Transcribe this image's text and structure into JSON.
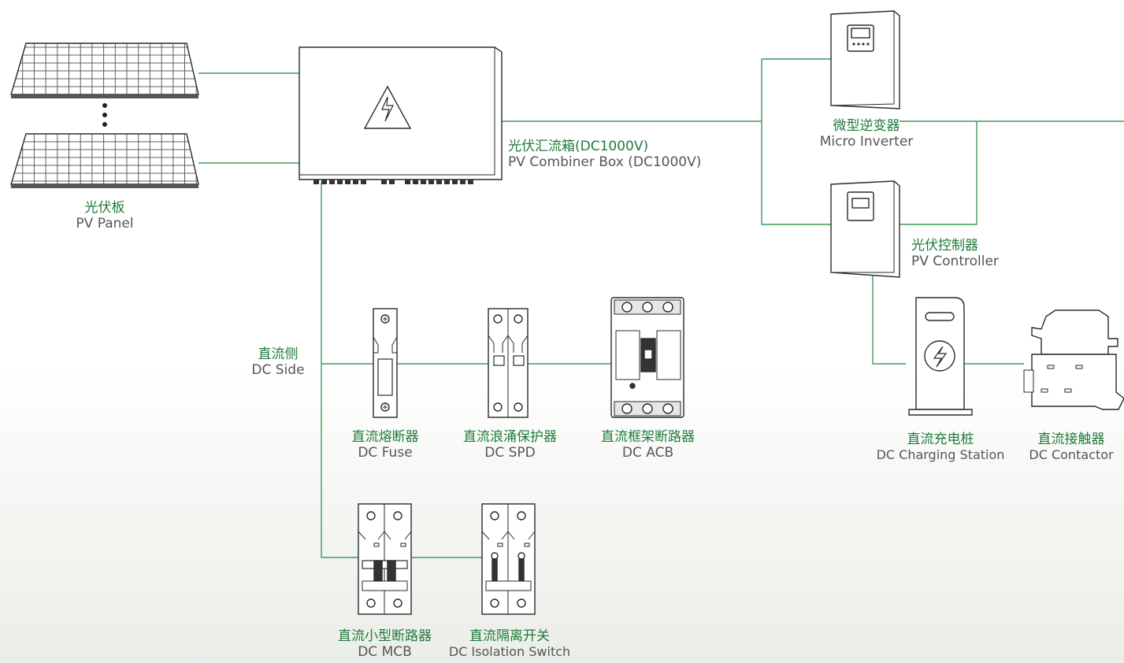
{
  "colors": {
    "line": "#3f9b5a",
    "label_zh": "#1f7a3a",
    "label_en": "#555555",
    "device_stroke": "#2a2a2a"
  },
  "labels": {
    "pv_panel": {
      "zh": "光伏板",
      "en": "PV Panel"
    },
    "combiner_box": {
      "zh": "光伏汇流箱(DC1000V)",
      "en": "PV Combiner Box (DC1000V)"
    },
    "micro_inverter": {
      "zh": "微型逆变器",
      "en": "Micro Inverter"
    },
    "pv_controller": {
      "zh": "光伏控制器",
      "en": "PV Controller"
    },
    "dc_side": {
      "zh": "直流侧",
      "en": "DC Side"
    },
    "dc_fuse": {
      "zh": "直流熔断器",
      "en": "DC Fuse"
    },
    "dc_spd": {
      "zh": "直流浪涌保护器",
      "en": "DC SPD"
    },
    "dc_acb": {
      "zh": "直流框架断路器",
      "en": "DC ACB"
    },
    "dc_charging_station": {
      "zh": "直流充电桩",
      "en": "DC Charging Station"
    },
    "dc_contactor": {
      "zh": "直流接触器",
      "en": "DC Contactor"
    },
    "dc_mcb": {
      "zh": "直流小型断路器",
      "en": "DC MCB"
    },
    "dc_isolation_switch": {
      "zh": "直流隔离开关",
      "en": "DC Isolation Switch"
    }
  },
  "icons": {
    "pv_panel": "solar-panel-icon",
    "combiner_box": "combiner-box-icon",
    "micro_inverter": "inverter-icon",
    "pv_controller": "controller-icon",
    "dc_fuse": "fuse-icon",
    "dc_spd": "spd-icon",
    "dc_acb": "acb-icon",
    "dc_charging_station": "charging-station-icon",
    "dc_contactor": "contactor-icon",
    "dc_mcb": "mcb-icon",
    "dc_isolation_switch": "isolation-switch-icon"
  }
}
